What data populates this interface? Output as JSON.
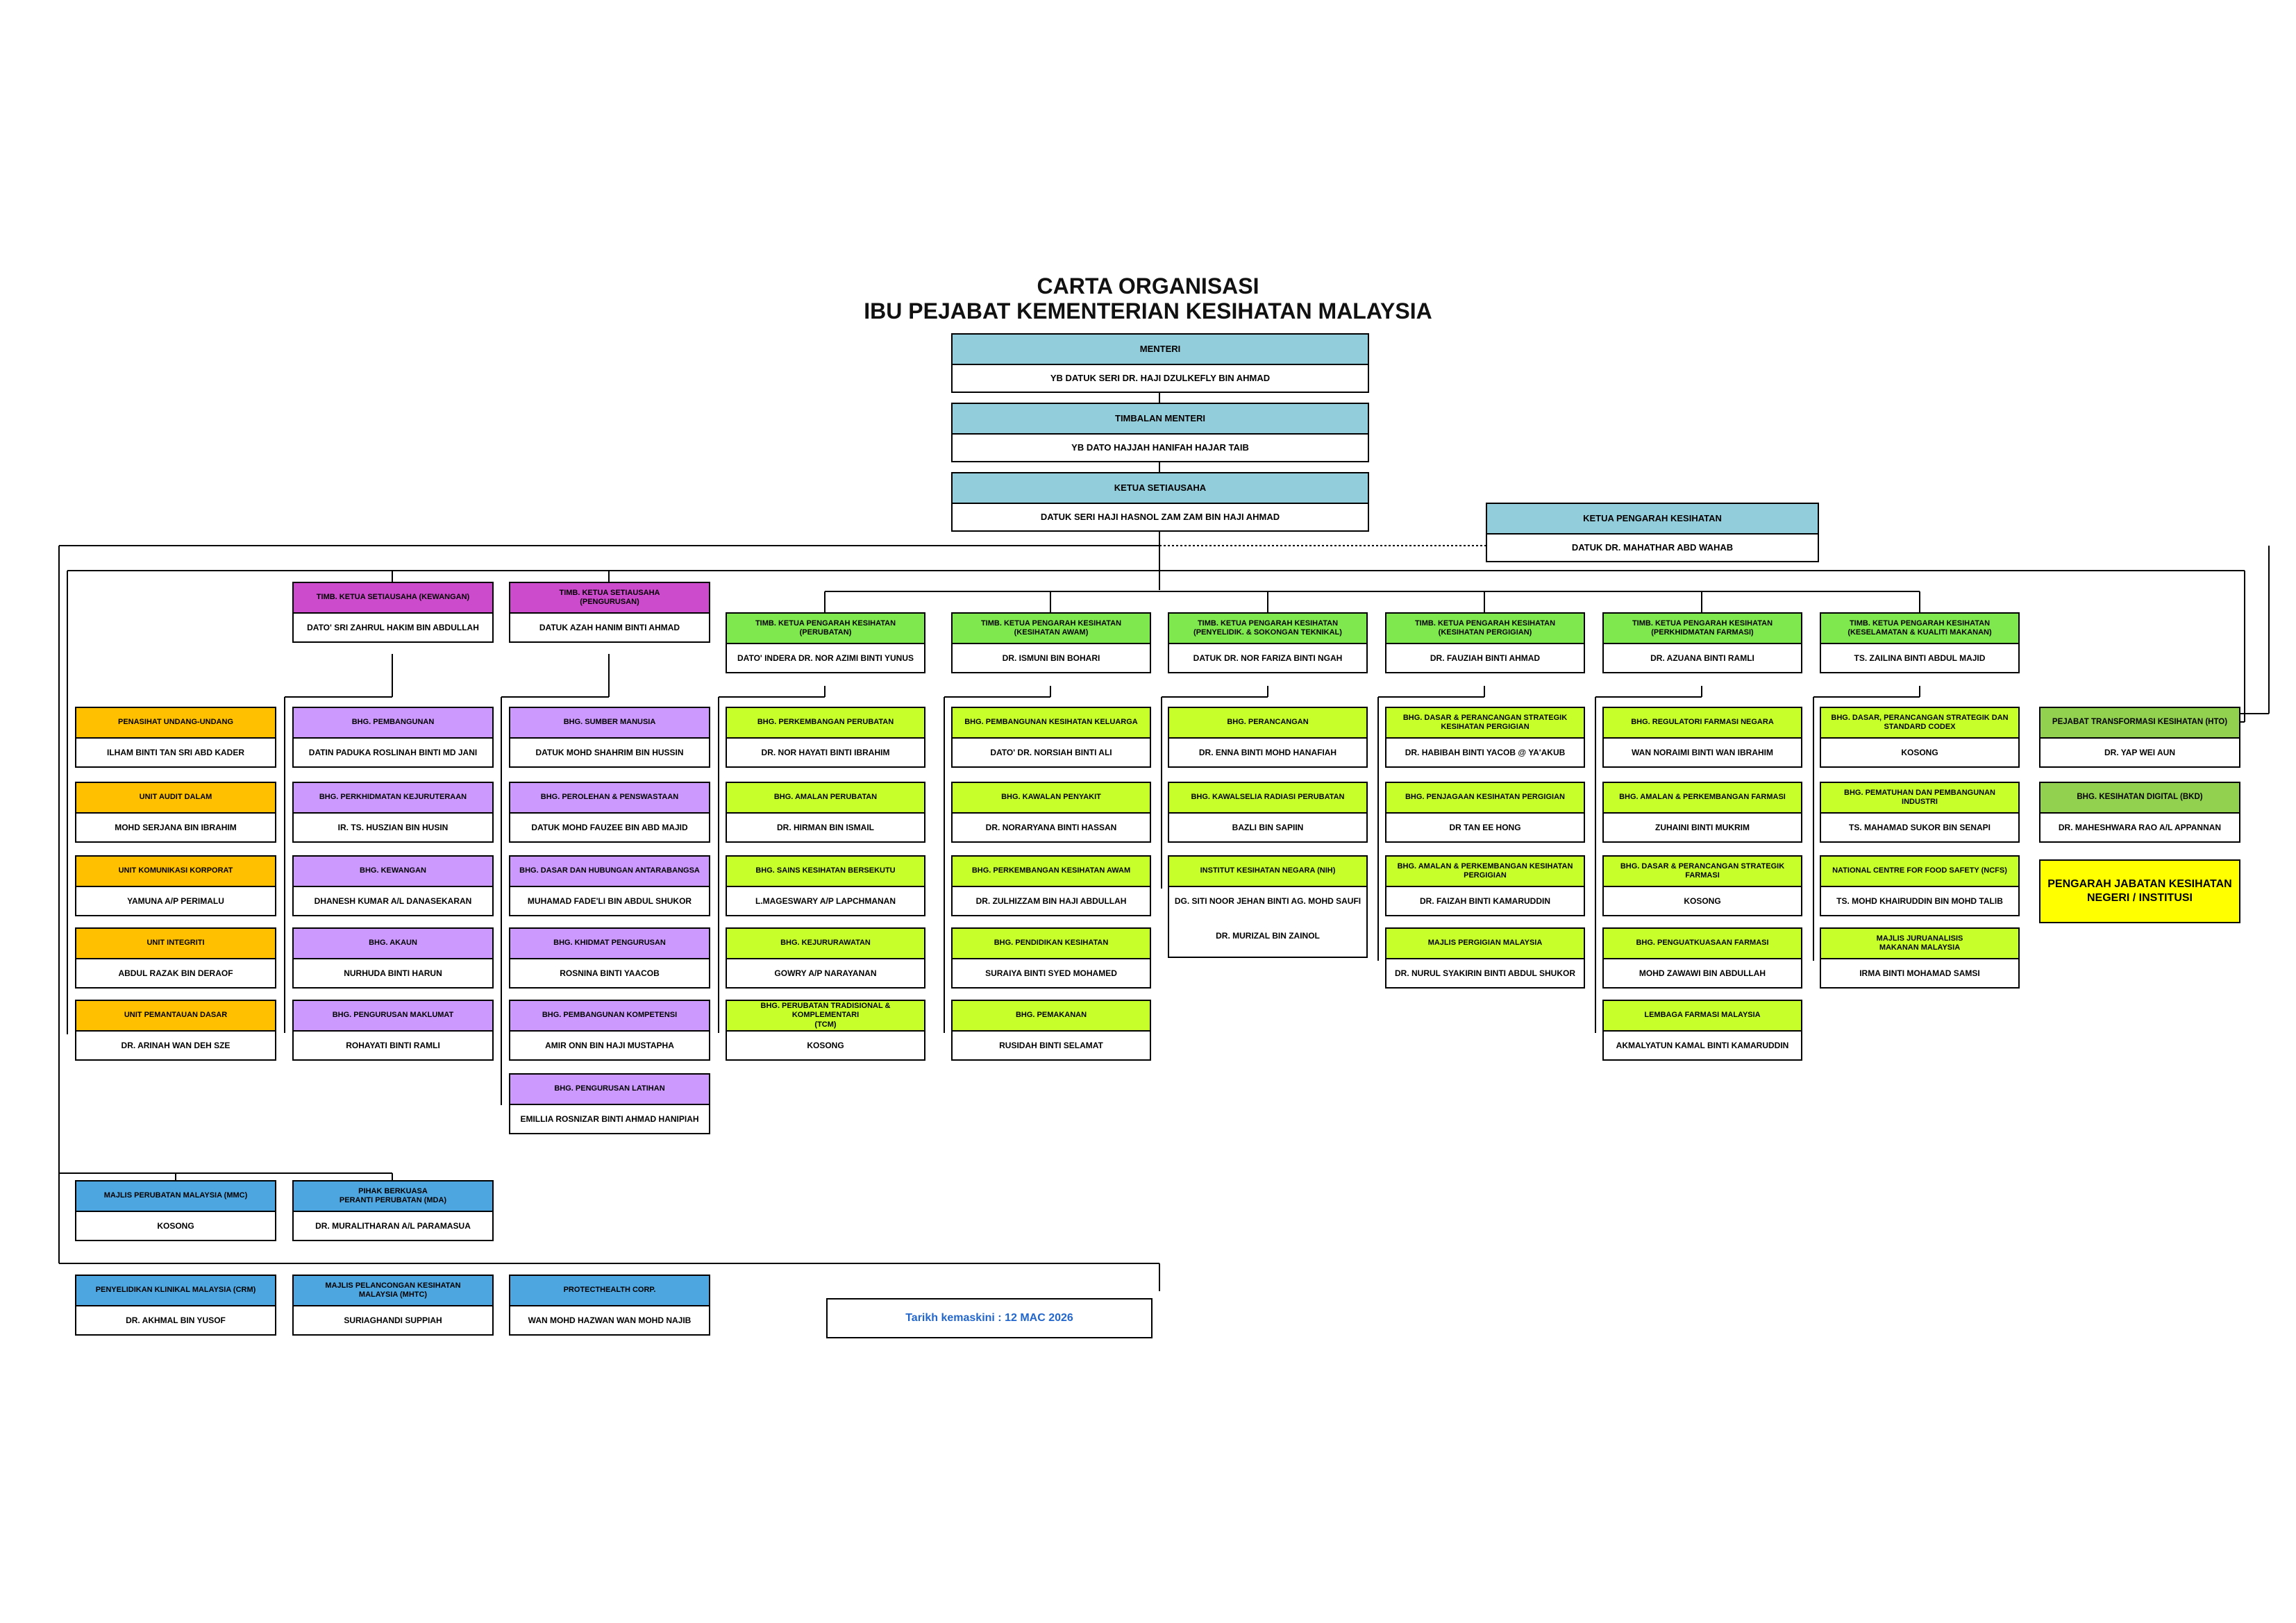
{
  "title": {
    "line1": "CARTA ORGANISASI",
    "line2": "IBU PEJABAT KEMENTERIAN KESIHATAN MALAYSIA"
  },
  "colors": {
    "teal": "#92CDDC",
    "magenta": "#CC4ACC",
    "green": "#7FE84E",
    "lime": "#C6FF2A",
    "orange": "#FFC000",
    "purple": "#CC99FF",
    "blue": "#4EA6E0",
    "olive": "#92D050",
    "yellow": "#FFFF00",
    "date_text": "#2266CC"
  },
  "top": [
    {
      "title": "MENTERI",
      "name": "YB DATUK SERI DR. HAJI DZULKEFLY BIN AHMAD"
    },
    {
      "title": "TIMBALAN MENTERI",
      "name": "YB DATO HAJJAH HANIFAH HAJAR TAIB"
    },
    {
      "title": "KETUA SETIAUSAHA",
      "name": "DATUK SERI HAJI HASNOL ZAM ZAM BIN HAJI AHMAD"
    },
    {
      "title": "KETUA PENGARAH KESIHATAN",
      "name": "DATUK DR. MAHATHAR ABD WAHAB"
    }
  ],
  "magenta_heads": [
    {
      "title": "TIMB. KETUA  SETIAUSAHA (KEWANGAN)",
      "name": "DATO' SRI ZAHRUL HAKIM BIN ABDULLAH"
    },
    {
      "title": "TIMB. KETUA SETIAUSAHA\n(PENGURUSAN)",
      "name": "DATUK AZAH HANIM BINTI AHMAD"
    }
  ],
  "green_heads": [
    {
      "title": "TIMB. KETUA PENGARAH KESIHATAN\n(PERUBATAN)",
      "name": "DATO' INDERA DR. NOR AZIMI BINTI YUNUS"
    },
    {
      "title": "TIMB. KETUA PENGARAH KESIHATAN\n(KESIHATAN AWAM)",
      "name": "DR. ISMUNI BIN BOHARI"
    },
    {
      "title": "TIMB. KETUA PENGARAH KESIHATAN\n(PENYELIDIK. & SOKONGAN TEKNIKAL)",
      "name": "DATUK DR. NOR FARIZA BINTI NGAH"
    },
    {
      "title": "TIMB. KETUA PENGARAH KESIHATAN\n(KESIHATAN PERGIGIAN)",
      "name": "DR. FAUZIAH BINTI AHMAD"
    },
    {
      "title": "TIMB. KETUA PENGARAH KESIHATAN\n(PERKHIDMATAN FARMASI)",
      "name": "DR. AZUANA BINTI RAMLI"
    },
    {
      "title": "TIMB. KETUA PENGARAH KESIHATAN\n(KESELAMATAN & KUALITI MAKANAN)",
      "name": "TS. ZAILINA BINTI ABDUL MAJID"
    }
  ],
  "col_orange": [
    {
      "title": "PENASIHAT UNDANG-UNDANG",
      "name": "ILHAM BINTI TAN SRI ABD KADER"
    },
    {
      "title": "UNIT AUDIT DALAM",
      "name": "MOHD SERJANA BIN IBRAHIM"
    },
    {
      "title": "UNIT KOMUNIKASI KORPORAT",
      "name": "YAMUNA A/P PERIMALU"
    },
    {
      "title": "UNIT INTEGRITI",
      "name": "ABDUL RAZAK BIN DERAOF"
    },
    {
      "title": "UNIT PEMANTAUAN DASAR",
      "name": "DR. ARINAH WAN DEH SZE"
    }
  ],
  "col_kewangan": [
    {
      "title": "BHG. PEMBANGUNAN",
      "name": "DATIN PADUKA ROSLINAH BINTI MD JANI"
    },
    {
      "title": "BHG. PERKHIDMATAN KEJURUTERAAN",
      "name": "IR. TS. HUSZIAN BIN HUSIN"
    },
    {
      "title": "BHG. KEWANGAN",
      "name": "DHANESH KUMAR A/L DANASEKARAN"
    },
    {
      "title": "BHG. AKAUN",
      "name": "NURHUDA BINTI HARUN"
    },
    {
      "title": "BHG. PENGURUSAN MAKLUMAT",
      "name": "ROHAYATI BINTI RAMLI"
    }
  ],
  "col_pengurusan": [
    {
      "title": "BHG. SUMBER MANUSIA",
      "name": "DATUK MOHD SHAHRIM BIN HUSSIN"
    },
    {
      "title": "BHG. PEROLEHAN & PENSWASTAAN",
      "name": "DATUK MOHD FAUZEE BIN ABD MAJID"
    },
    {
      "title": "BHG. DASAR DAN HUBUNGAN ANTARABANGSA",
      "name": "MUHAMAD FADE'LI BIN ABDUL SHUKOR"
    },
    {
      "title": "BHG. KHIDMAT PENGURUSAN",
      "name": "ROSNINA BINTI YAACOB"
    },
    {
      "title": "BHG. PEMBANGUNAN KOMPETENSI",
      "name": "AMIR ONN BIN HAJI MUSTAPHA"
    },
    {
      "title": "BHG. PENGURUSAN LATIHAN",
      "name": "EMILLIA ROSNIZAR BINTI AHMAD HANIPIAH"
    }
  ],
  "col_perubatan": [
    {
      "title": "BHG. PERKEMBANGAN PERUBATAN",
      "name": "DR. NOR HAYATI BINTI IBRAHIM"
    },
    {
      "title": "BHG. AMALAN PERUBATAN",
      "name": "DR. HIRMAN BIN ISMAIL"
    },
    {
      "title": "BHG. SAINS KESIHATAN BERSEKUTU",
      "name": "L.MAGESWARY A/P LAPCHMANAN"
    },
    {
      "title": "BHG. KEJURURAWATAN",
      "name": "GOWRY A/P NARAYANAN"
    },
    {
      "title": "BHG. PERUBATAN TRADISIONAL & KOMPLEMENTARI\n(TCM)",
      "name": "KOSONG"
    }
  ],
  "col_awam": [
    {
      "title": "BHG. PEMBANGUNAN KESIHATAN KELUARGA",
      "name": "DATO' DR. NORSIAH BINTI ALI"
    },
    {
      "title": "BHG. KAWALAN PENYAKIT",
      "name": "DR. NORARYANA BINTI HASSAN"
    },
    {
      "title": "BHG. PERKEMBANGAN KESIHATAN AWAM",
      "name": "DR. ZULHIZZAM BIN HAJI ABDULLAH"
    },
    {
      "title": "BHG. PENDIDIKAN KESIHATAN",
      "name": "SURAIYA BINTI SYED MOHAMED"
    },
    {
      "title": "BHG. PEMAKANAN",
      "name": "RUSIDAH BINTI SELAMAT"
    }
  ],
  "col_penyelidik": [
    {
      "title": "BHG. PERANCANGAN",
      "name": "DR. ENNA BINTI MOHD HANAFIAH"
    },
    {
      "title": "BHG. KAWALSELIA RADIASI PERUBATAN",
      "name": "BAZLI BIN SAPIIN"
    },
    {
      "title": "INSTITUT KESIHATAN NEGARA (NIH)",
      "name": "DG. SITI NOOR JEHAN BINTI AG. MOHD SAUFI",
      "name2": "DR. MURIZAL BIN ZAINOL"
    }
  ],
  "col_pergigian": [
    {
      "title": "BHG. DASAR & PERANCANGAN STRATEGIK\nKESIHATAN PERGIGIAN",
      "name": "DR. HABIBAH BINTI YACOB @ YA'AKUB"
    },
    {
      "title": "BHG. PENJAGAAN KESIHATAN PERGIGIAN",
      "name": "DR TAN EE HONG"
    },
    {
      "title": "BHG. AMALAN & PERKEMBANGAN KESIHATAN\nPERGIGIAN",
      "name": "DR. FAIZAH BINTI KAMARUDDIN"
    },
    {
      "title": "MAJLIS PERGIGIAN MALAYSIA",
      "name": "DR. NURUL SYAKIRIN BINTI ABDUL SHUKOR"
    }
  ],
  "col_farmasi": [
    {
      "title": "BHG. REGULATORI FARMASI NEGARA",
      "name": "WAN NORAIMI BINTI WAN IBRAHIM"
    },
    {
      "title": "BHG. AMALAN & PERKEMBANGAN FARMASI",
      "name": "ZUHAINI BINTI MUKRIM"
    },
    {
      "title": "BHG. DASAR & PERANCANGAN STRATEGIK FARMASI",
      "name": "KOSONG"
    },
    {
      "title": "BHG. PENGUATKUASAAN FARMASI",
      "name": "MOHD ZAWAWI BIN ABDULLAH"
    },
    {
      "title": "LEMBAGA FARMASI MALAYSIA",
      "name": "AKMALYATUN KAMAL BINTI KAMARUDDIN"
    }
  ],
  "col_makanan": [
    {
      "title": "BHG. DASAR, PERANCANGAN STRATEGIK DAN\nSTANDARD CODEX",
      "name": "KOSONG"
    },
    {
      "title": "BHG. PEMATUHAN DAN PEMBANGUNAN INDUSTRI",
      "name": "TS. MAHAMAD SUKOR BIN SENAPI"
    },
    {
      "title": "NATIONAL CENTRE FOR FOOD SAFETY (NCFS)",
      "name": "TS. MOHD KHAIRUDDIN BIN MOHD TALIB"
    },
    {
      "title": "MAJLIS JURUANALISIS\nMAKANAN MALAYSIA",
      "name": "IRMA BINTI MOHAMAD SAMSI"
    }
  ],
  "col_right": [
    {
      "title": "PEJABAT TRANSFORMASI KESIHATAN (HTO)",
      "name": "DR. YAP WEI AUN"
    },
    {
      "title": "BHG. KESIHATAN DIGITAL (BKD)",
      "name": "DR. MAHESHWARA RAO A/L APPANNAN"
    }
  ],
  "pengarah": "PENGARAH JABATAN KESIHATAN\nNEGERI / INSTITUSI",
  "bottom1": [
    {
      "title": "MAJLIS PERUBATAN MALAYSIA (MMC)",
      "name": "KOSONG"
    },
    {
      "title": "PIHAK BERKUASA\nPERANTI PERUBATAN (MDA)",
      "name": "DR. MURALITHARAN A/L PARAMASUA"
    }
  ],
  "bottom2": [
    {
      "title": "PENYELIDIKAN KLINIKAL MALAYSIA (CRM)",
      "name": "DR. AKHMAL BIN YUSOF"
    },
    {
      "title": "MAJLIS PELANCONGAN KESIHATAN\nMALAYSIA (MHTC)",
      "name": "SURIAGHANDI SUPPIAH"
    },
    {
      "title": "PROTECTHEALTH CORP.",
      "name": "WAN MOHD HAZWAN WAN MOHD NAJIB"
    }
  ],
  "date_text": "Tarikh kemaskini : 12 MAC 2026"
}
